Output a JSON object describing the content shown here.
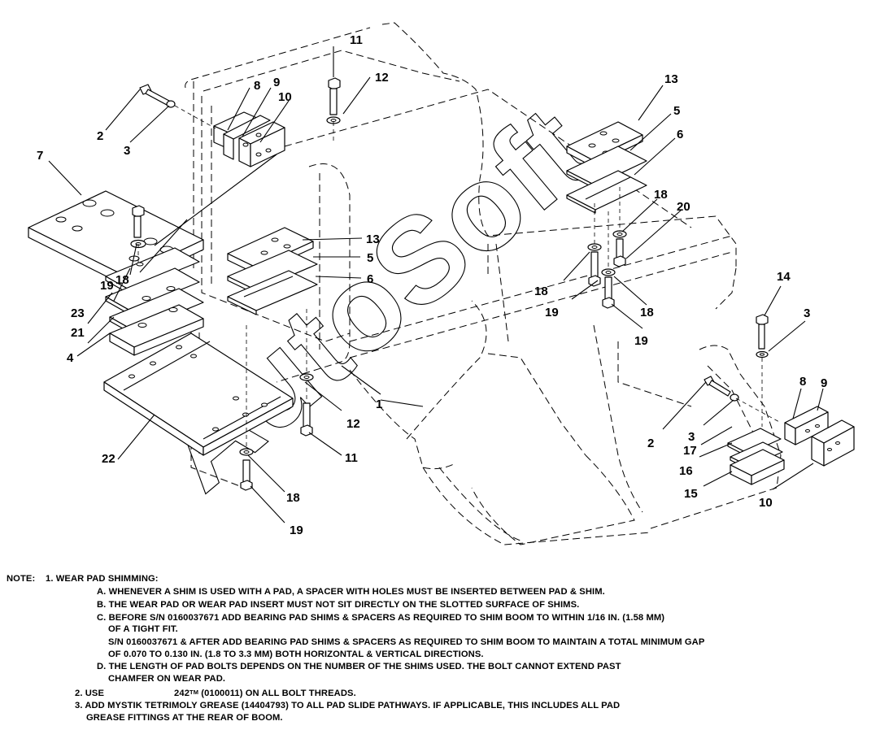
{
  "diagram": {
    "callouts": [
      {
        "id": "c-1",
        "label": "1"
      },
      {
        "id": "c-2a",
        "label": "2"
      },
      {
        "id": "c-2b",
        "label": "2"
      },
      {
        "id": "c-3a",
        "label": "3"
      },
      {
        "id": "c-3b",
        "label": "3"
      },
      {
        "id": "c-3c",
        "label": "3"
      },
      {
        "id": "c-4",
        "label": "4"
      },
      {
        "id": "c-5a",
        "label": "5"
      },
      {
        "id": "c-5b",
        "label": "5"
      },
      {
        "id": "c-6a",
        "label": "6"
      },
      {
        "id": "c-6b",
        "label": "6"
      },
      {
        "id": "c-7",
        "label": "7"
      },
      {
        "id": "c-8a",
        "label": "8"
      },
      {
        "id": "c-8b",
        "label": "8"
      },
      {
        "id": "c-9a",
        "label": "9"
      },
      {
        "id": "c-9b",
        "label": "9"
      },
      {
        "id": "c-10a",
        "label": "10"
      },
      {
        "id": "c-10b",
        "label": "10"
      },
      {
        "id": "c-11a",
        "label": "11"
      },
      {
        "id": "c-11b",
        "label": "11"
      },
      {
        "id": "c-12a",
        "label": "12"
      },
      {
        "id": "c-12b",
        "label": "12"
      },
      {
        "id": "c-13a",
        "label": "13"
      },
      {
        "id": "c-13b",
        "label": "13"
      },
      {
        "id": "c-14",
        "label": "14"
      },
      {
        "id": "c-15",
        "label": "15"
      },
      {
        "id": "c-16",
        "label": "16"
      },
      {
        "id": "c-17",
        "label": "17"
      },
      {
        "id": "c-18a",
        "label": "18"
      },
      {
        "id": "c-18b",
        "label": "18"
      },
      {
        "id": "c-18c",
        "label": "18"
      },
      {
        "id": "c-18d",
        "label": "18"
      },
      {
        "id": "c-18e",
        "label": "18"
      },
      {
        "id": "c-19a",
        "label": "19"
      },
      {
        "id": "c-19b",
        "label": "19"
      },
      {
        "id": "c-19c",
        "label": "19"
      },
      {
        "id": "c-19d",
        "label": "19"
      },
      {
        "id": "c-20",
        "label": "20"
      },
      {
        "id": "c-21",
        "label": "21"
      },
      {
        "id": "c-22",
        "label": "22"
      },
      {
        "id": "c-23",
        "label": "23"
      }
    ],
    "watermark": "AutoSoft"
  },
  "notes": {
    "heading": "NOTE:",
    "n1_title": "1. WEAR PAD SHIMMING:",
    "n1_a": "A. WHENEVER A SHIM IS USED WITH A PAD, A SPACER WITH HOLES MUST BE INSERTED BETWEEN PAD & SHIM.",
    "n1_b": "B. THE WEAR PAD OR WEAR PAD INSERT MUST NOT SIT DIRECTLY ON THE SLOTTED SURFACE OF SHIMS.",
    "n1_c1": "C. BEFORE S/N 0160037671 ADD BEARING PAD SHIMS & SPACERS AS REQUIRED TO SHIM BOOM TO WITHIN 1/16 IN. (1.58 MM)",
    "n1_c2": "OF A TIGHT FIT.",
    "n1_c3": "S/N 0160037671 & AFTER ADD BEARING PAD SHIMS & SPACERS AS REQUIRED TO SHIM BOOM TO MAINTAIN A TOTAL MINIMUM GAP",
    "n1_c4": "OF 0.070 TO 0.130 IN. (1.8 TO 3.3 MM) BOTH HORIZONTAL & VERTICAL DIRECTIONS.",
    "n1_d1": "D. THE LENGTH OF PAD BOLTS DEPENDS ON THE NUMBER OF THE SHIMS USED. THE BOLT CANNOT EXTEND PAST",
    "n1_d2": "CHAMFER ON WEAR PAD.",
    "n2_prefix": "2. USE",
    "n2_product": "242",
    "n2_tm": "TM",
    "n2_rest": " (0100011) ON ALL BOLT THREADS.",
    "n3_1": "3. ADD MYSTIK TETRIMOLY GREASE (14404793) TO ALL PAD SLIDE PATHWAYS. IF APPLICABLE, THIS INCLUDES ALL PAD",
    "n3_2": "GREASE FITTINGS AT THE REAR OF BOOM."
  }
}
